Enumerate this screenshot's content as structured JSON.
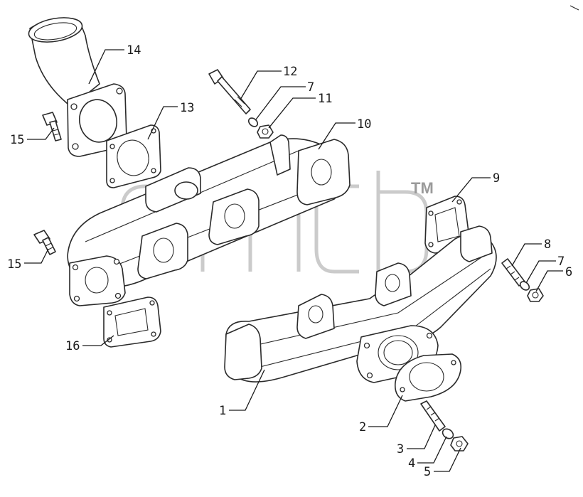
{
  "callouts": {
    "c1": "1",
    "c2": "2",
    "c3": "3",
    "c4": "4",
    "c5": "5",
    "c6": "6",
    "c7a": "7",
    "c7b": "7",
    "c8": "8",
    "c9": "9",
    "c10": "10",
    "c11": "11",
    "c12": "12",
    "c13": "13",
    "c14": "14",
    "c15a": "15",
    "c15b": "15",
    "c16": "16"
  },
  "watermark": {
    "mark": "TM",
    "icon": "brand-watermark-logo"
  },
  "colors": {
    "line": "#2a2a2a",
    "watermark": "#b9b9b9",
    "background": "#ffffff"
  }
}
